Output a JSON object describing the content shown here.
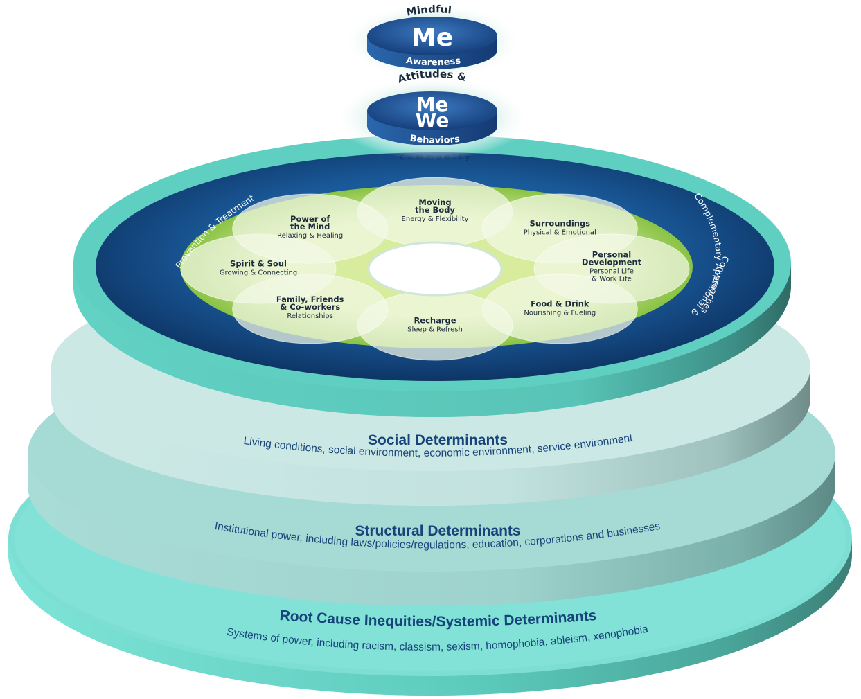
{
  "top_disc": {
    "center": "Me",
    "arc_top": "Mindful",
    "arc_bottom": "Awareness"
  },
  "second_disc": {
    "center_line1": "Me",
    "center_line2": "We",
    "arc_top": "Attitudes &",
    "arc_bottom": "Behaviors"
  },
  "wheel": {
    "rim_top": "Community",
    "rim_left": "Prevention & Treatment",
    "rim_right_line1": "Conventional &",
    "rim_right_line2": "Complementary Approaches",
    "petals": [
      {
        "title_lines": [
          "Moving",
          "the Body"
        ],
        "sub_lines": [
          "Energy & Flexibility"
        ]
      },
      {
        "title_lines": [
          "Surroundings"
        ],
        "sub_lines": [
          "Physical & Emotional"
        ]
      },
      {
        "title_lines": [
          "Personal",
          "Development"
        ],
        "sub_lines": [
          "Personal Life",
          "& Work Life"
        ]
      },
      {
        "title_lines": [
          "Food & Drink"
        ],
        "sub_lines": [
          "Nourishing & Fueling"
        ]
      },
      {
        "title_lines": [
          "Recharge"
        ],
        "sub_lines": [
          "Sleep & Refresh"
        ]
      },
      {
        "title_lines": [
          "Family, Friends",
          "& Co-workers"
        ],
        "sub_lines": [
          "Relationships"
        ]
      },
      {
        "title_lines": [
          "Spirit & Soul"
        ],
        "sub_lines": [
          "Growing & Connecting"
        ]
      },
      {
        "title_lines": [
          "Power of",
          "the Mind"
        ],
        "sub_lines": [
          "Relaxing & Healing"
        ]
      }
    ]
  },
  "tiers": {
    "social": {
      "title": "Social Determinants",
      "subtitle": "Living conditions, social environment, economic environment, service environment"
    },
    "structural": {
      "title": "Structural Determinants",
      "subtitle": "Institutional power, including laws/policies/regulations, education, corporations and businesses"
    },
    "root": {
      "title": "Root Cause Inequities/Systemic Determinants",
      "subtitle": "Systems of power, including racism, classism, sexism, homophobia, ableism, xenophobia"
    }
  },
  "colors": {
    "navy": "#0f3a6e",
    "teal_rim": "#5fcfc2",
    "green": "#8cc63f",
    "text_blue": "#16447a"
  }
}
